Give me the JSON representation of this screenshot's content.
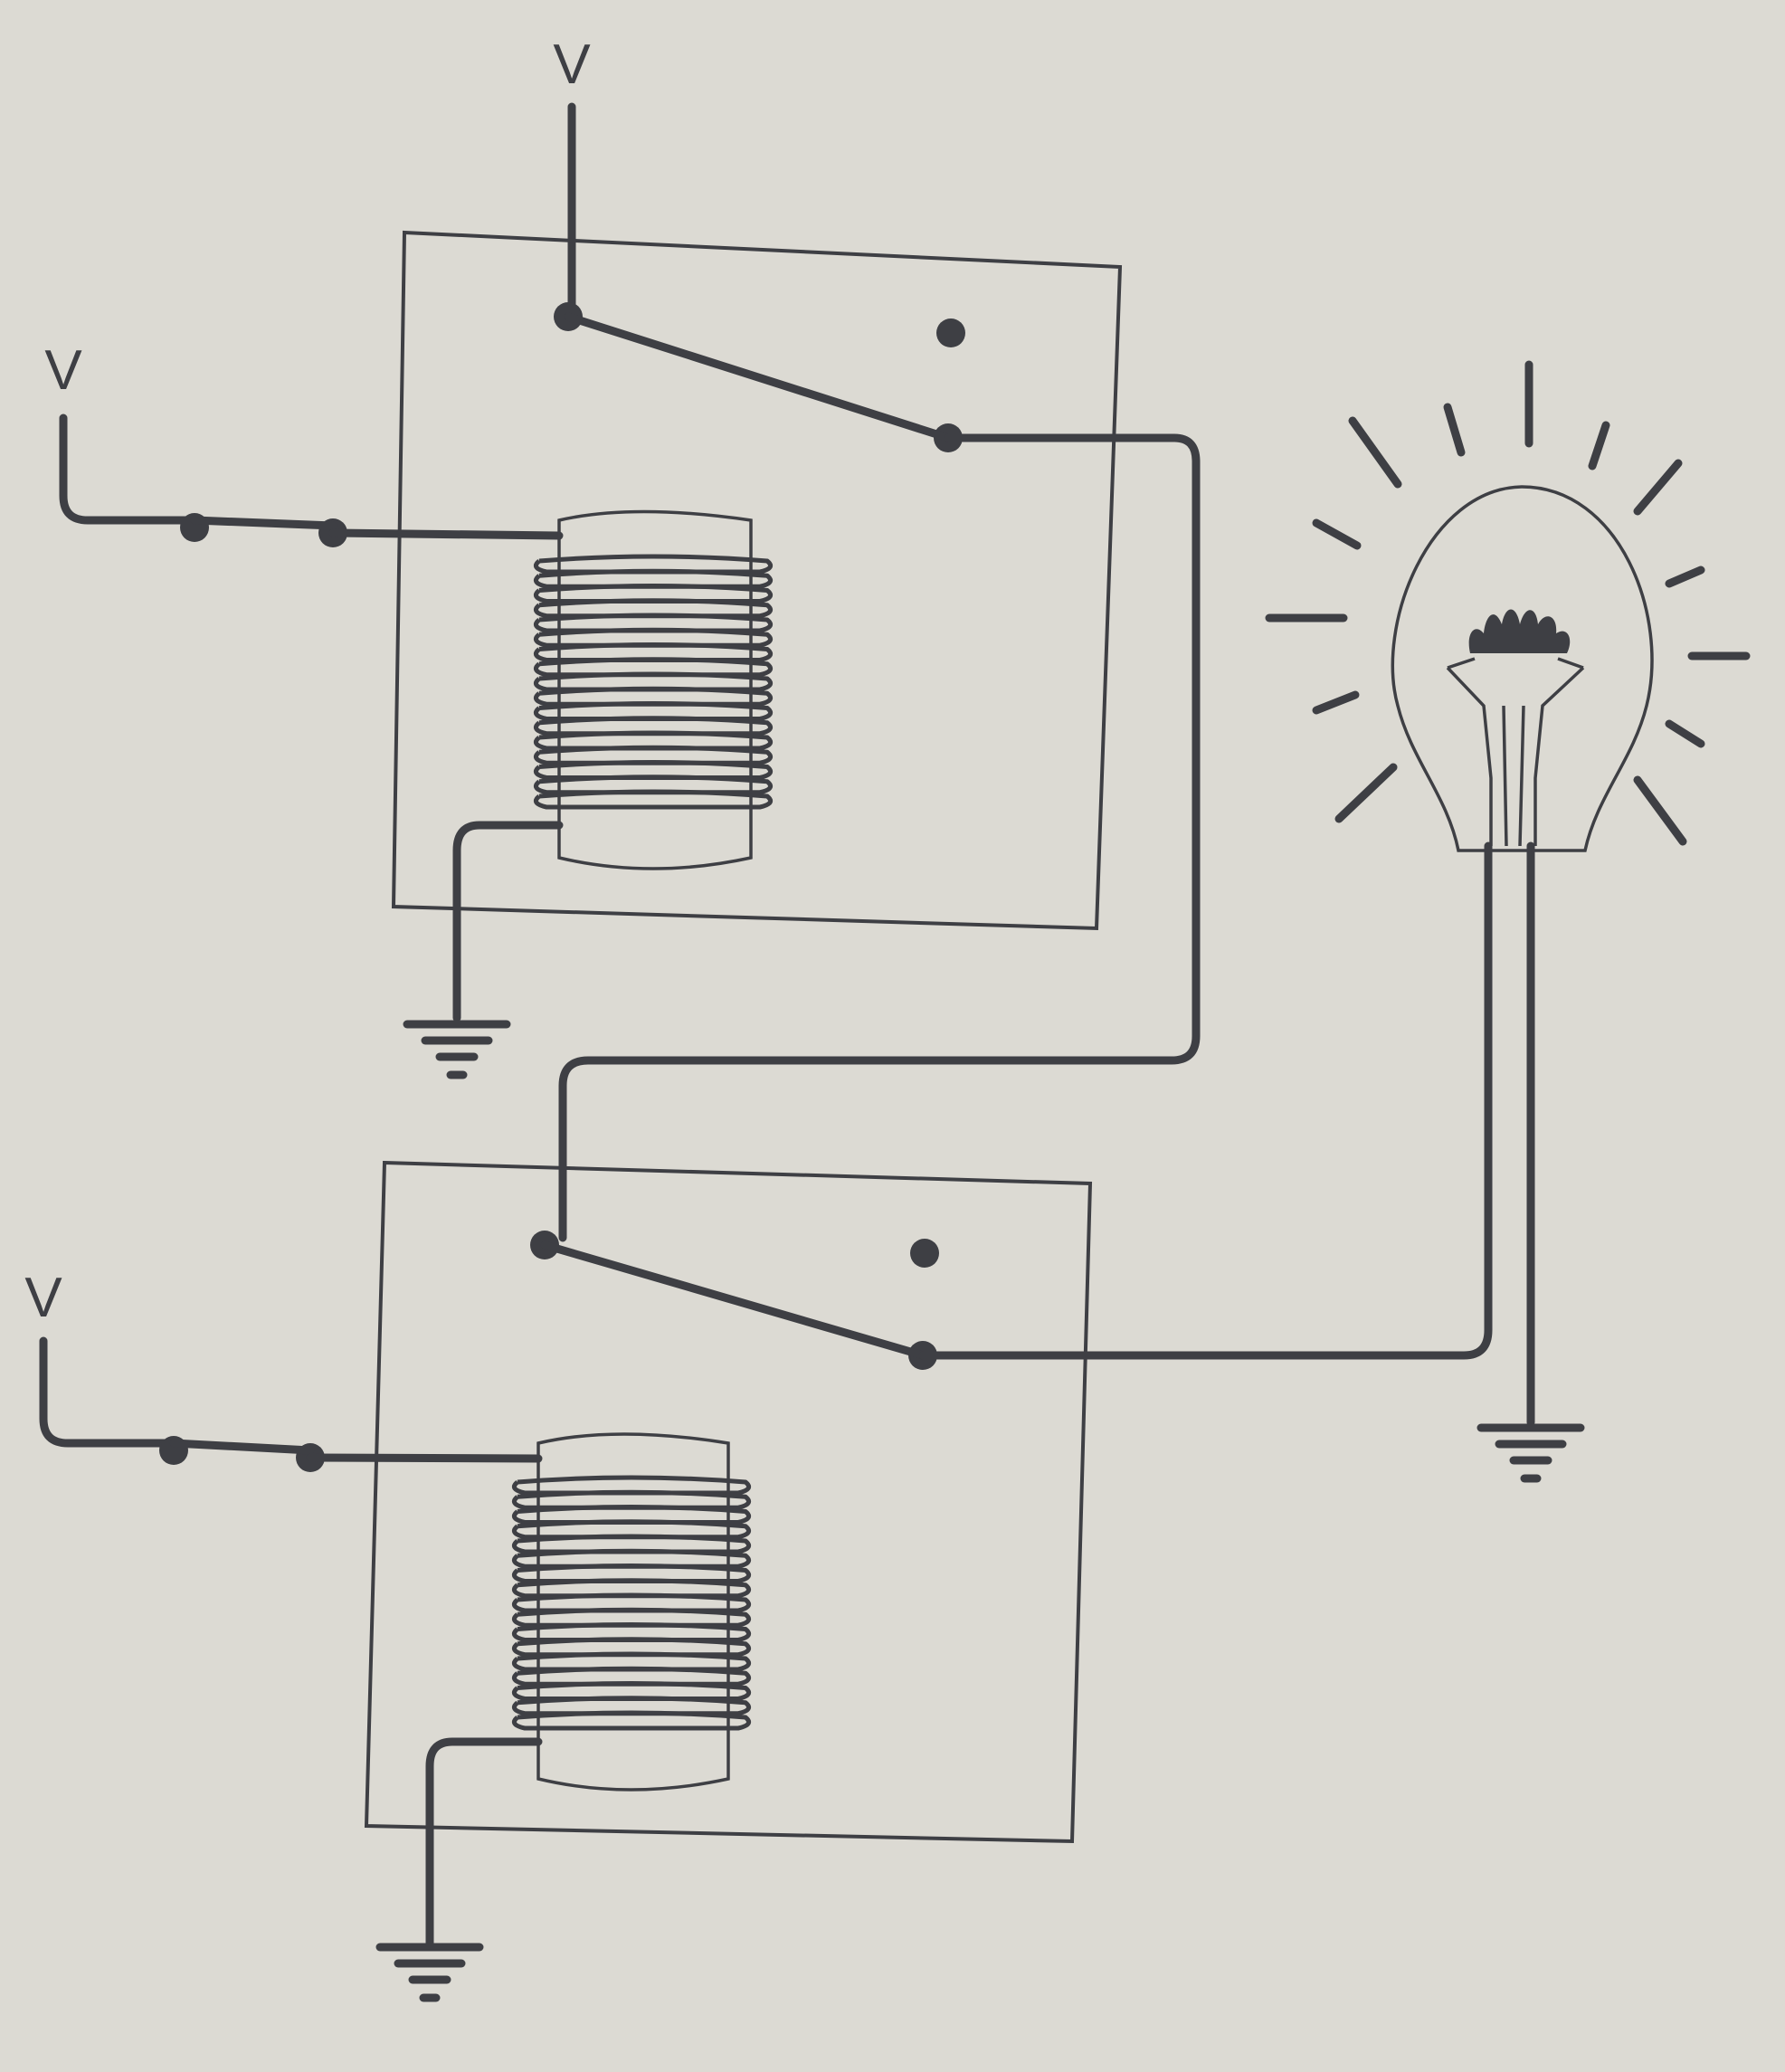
{
  "labels": {
    "top_supply": "V",
    "relay1_supply": "V",
    "relay2_supply": "V"
  },
  "colors": {
    "background": "#dcdad3",
    "ink": "#3e3f44"
  },
  "diagram": {
    "type": "relay-circuit",
    "relays": 2,
    "coil_turns": 17,
    "load": "light-bulb-icon"
  }
}
